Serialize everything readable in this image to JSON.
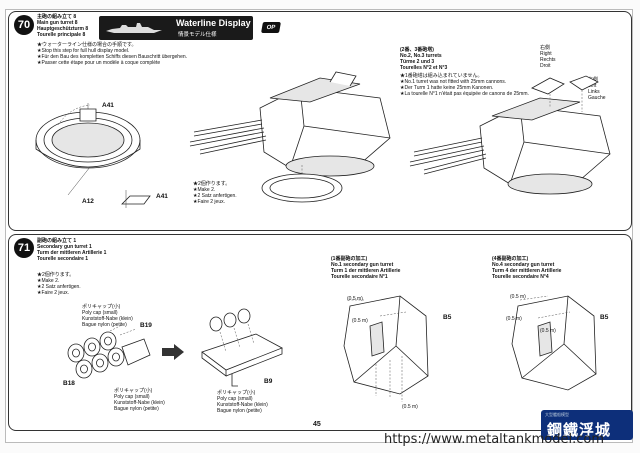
{
  "step70": {
    "number": "70",
    "title_jp": "主砲の組み立て 8",
    "title_de": "Main gun turret 8",
    "title_de2": "Hauptgeschützturm 8",
    "title_fr": "Tourelle principale 8",
    "note_jp": "★ウォーターライン仕様の場合の手順です。",
    "note_en": "★Stop this step for full hull display model.",
    "note_de": "★Für den Bau des kompletten Schiffs diesen Bauschritt übergehen.",
    "note_fr": "★Passer cette étape pour un modèle à coque complète",
    "banner_title": "Waterline Display",
    "banner_sub": "情景モデル仕様",
    "op_badge": "OP",
    "parts": {
      "a41_top": "A41",
      "a12": "A12",
      "a41_side": "A41"
    },
    "make2": [
      "★2個作ります。",
      "★Make 2.",
      "★2 Satz anfertigen.",
      "★Faire 2 jeux."
    ],
    "turret23": [
      "(2番、3番砲塔)",
      "No.2, No.3 turrets",
      "Türme 2 und 3",
      "Tourelles N°2 et N°3"
    ],
    "turret23_note": [
      "★1番砲塔は組み込まれていません。",
      "★No.1 turret was not fitted with 25mm cannons.",
      "★Der Turm 1 hatte keine 25mm Kanonen.",
      "★La tourelle N°1 n'était pas équipée de canons de 25mm."
    ],
    "right": [
      "右側",
      "Right",
      "Rechts",
      "Droit"
    ],
    "left": [
      "左側",
      "Left",
      "Links",
      "Gauche"
    ]
  },
  "step71": {
    "number": "71",
    "title_jp": "副砲の組み立て 1",
    "title_en": "Secondary gun turret 1",
    "title_de": "Turm der mittleren Artillerie 1",
    "title_fr": "Tourelle secondaire 1",
    "make2": [
      "★2個作ります。",
      "★Make 2.",
      "★2 Satz anfertigen.",
      "★Faire 2 jeux."
    ],
    "polycap_small": [
      "ポリキャップ(小)",
      "Poly cap (small)",
      "Kunststoff-Nabe (klein)",
      "Bague nylon (petite)"
    ],
    "polycap_small2": [
      "ポリキャップ(小)",
      "Poly cap (small)",
      "Kunststoff-Nabe (klein)",
      "Bague nylon (petite)"
    ],
    "polycap_small3": [
      "ポリキャップ(小)",
      "Poly cap (small)",
      "Kunststoff-Nabe (klein)",
      "Bague nylon (petite)"
    ],
    "parts": {
      "b19": "B19",
      "b18": "B18",
      "b9": "B9",
      "b5a": "B5",
      "b5b": "B5"
    },
    "no1": [
      "(1番副砲の加工)",
      "No.1 secondary gun turret",
      "Turm 1 der mittleren Artillerie",
      "Tourelle secondaire N°1"
    ],
    "no4": [
      "(4番副砲の加工)",
      "No.4 secondary gun turret",
      "Turm 4 der mittleren Artillerie",
      "Tourelle secondaire N°4"
    ],
    "dims": {
      "a": "(0.5 m)",
      "b": "(0.5 m)",
      "c": "(0.5 m)",
      "d": "(0.5 m)",
      "e": "(0.5 m)",
      "f": "(0.5 m)"
    }
  },
  "page_number": "45",
  "watermark": "https://www.metaltankmodel.com",
  "logo_text": "鋼鐵浮城",
  "logo_small": "大型艦船模型"
}
